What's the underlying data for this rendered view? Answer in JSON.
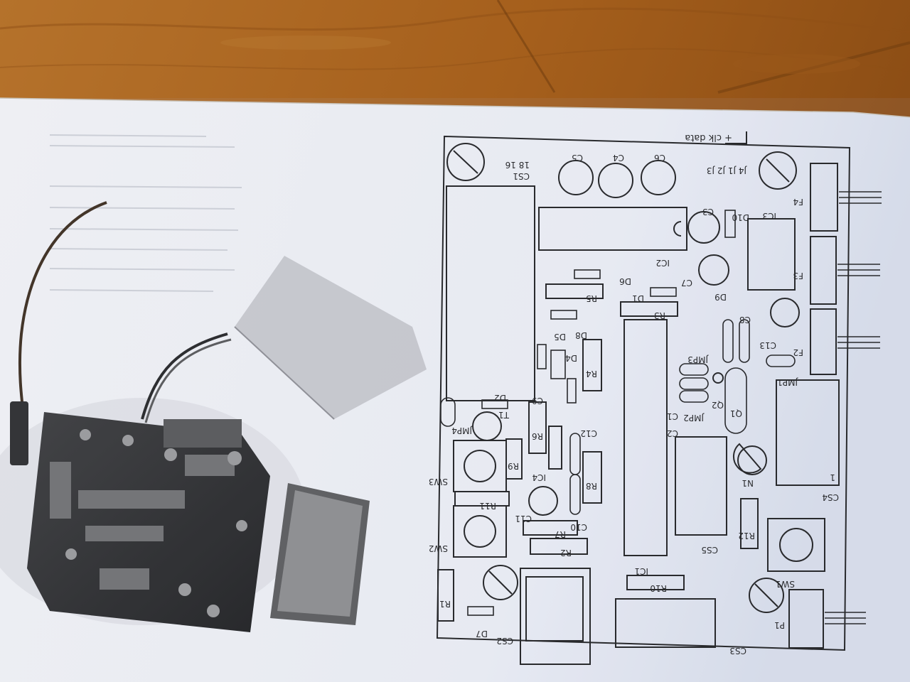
{
  "photo": {
    "subject": "Printed page showing a PCB component placement diagram next to a photo of an assembled circuit board, lying on a wooden floor"
  },
  "colors": {
    "wood": "#a8641f",
    "wood_dark": "#7a420f",
    "paper": "#f0f1f4",
    "ink": "#1e1e1e"
  },
  "pcb": {
    "labels": {
      "cs1": "CS1",
      "cs1_pins": "18 16",
      "cs2": "CS2",
      "cs3": "CS3",
      "cs4": "CS4",
      "cs5": "CS5",
      "ic1": "IC1",
      "ic2": "IC2",
      "ic3": "IC3",
      "ic4": "IC4",
      "r1": "R1",
      "r2": "R2",
      "r3": "R3",
      "r4": "R4",
      "r5": "R5",
      "r6": "R6",
      "r7": "R7",
      "r8": "R8",
      "r9": "R9",
      "r10": "R10",
      "r11": "R11",
      "r12": "R12",
      "c1": "C1",
      "c2": "C2",
      "c3": "C3",
      "c4": "C4",
      "c5": "C5",
      "c6": "C6",
      "c7": "C7",
      "c8": "C8",
      "c9": "C9",
      "c10": "C10",
      "c11": "C11",
      "c12": "C12",
      "c13": "C13",
      "d1": "D1",
      "d2": "D2",
      "d4": "D4",
      "d5": "D5",
      "d6": "D6",
      "d7": "D7",
      "d8": "D8",
      "d9": "D9",
      "d10": "D10",
      "sw1": "SW1",
      "sw2": "SW2",
      "sw3": "SW3",
      "jmp1": "JMP1",
      "jmp2": "JMP2",
      "jmp3": "JMP3",
      "jmp4": "JMP4",
      "q1": "Q1",
      "q2": "Q2",
      "n1": "N1",
      "p1": "P1",
      "t1": "T1",
      "j_row": "J4 J1 J2 J3",
      "conn_top": "+ clk data",
      "f2": "F2",
      "f3": "F3",
      "f4": "F4",
      "pin_one": "1"
    }
  }
}
